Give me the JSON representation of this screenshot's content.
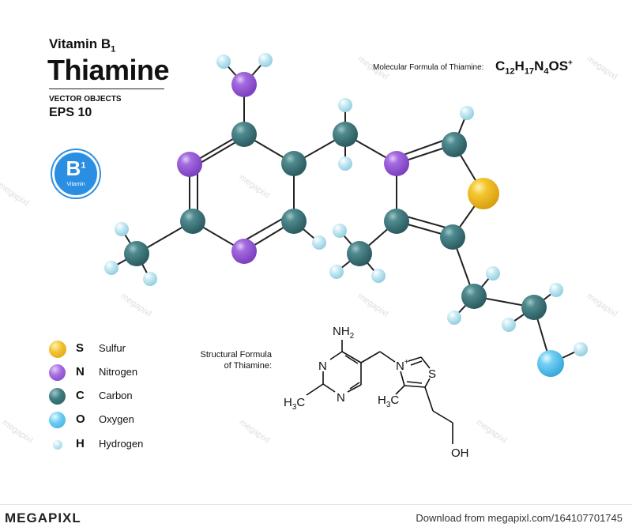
{
  "header": {
    "vitamin_label": "Vitamin B",
    "vitamin_subscript": "1",
    "name": "Thiamine",
    "vector_objects": "VECTOR OBJECTS",
    "eps": "EPS 10"
  },
  "badge": {
    "letter": "B",
    "superscript": "1",
    "caption": "Vitamin",
    "color": "#2a8ee3"
  },
  "molecular_formula": {
    "label": "Molecular Formula of Thiamine:",
    "parts": [
      "C",
      "12",
      "H",
      "17",
      "N",
      "4",
      "OS",
      "+"
    ]
  },
  "structural_formula_label": [
    "Structural Formula",
    "of Thiamine:"
  ],
  "legend": [
    {
      "symbol": "S",
      "name": "Sulfur",
      "color": "#f2c230"
    },
    {
      "symbol": "N",
      "name": "Nitrogen",
      "color": "#a56be0"
    },
    {
      "symbol": "C",
      "name": "Carbon",
      "color": "#3f7b80"
    },
    {
      "symbol": "O",
      "name": "Oxygen",
      "color": "#6ccdf2"
    },
    {
      "symbol": "H",
      "name": "Hydrogen",
      "color": "#bfe6f1"
    }
  ],
  "structure_labels": {
    "nh2": "NH",
    "nh2_sub": "2",
    "n1": "N",
    "n2": "N",
    "h3c_left": "H",
    "h3c_left_sub": "3",
    "h3c_left_c": "C",
    "n_plus": "N",
    "plus": "+",
    "s": "S",
    "h3c_mid": "H",
    "h3c_mid_sub": "3",
    "h3c_mid_c": "C",
    "oh": "OH"
  },
  "footer": {
    "logo": "MEGAPIXL",
    "download_text": "Download from megapixl.com/164107701745"
  },
  "watermark": "megapixl"
}
